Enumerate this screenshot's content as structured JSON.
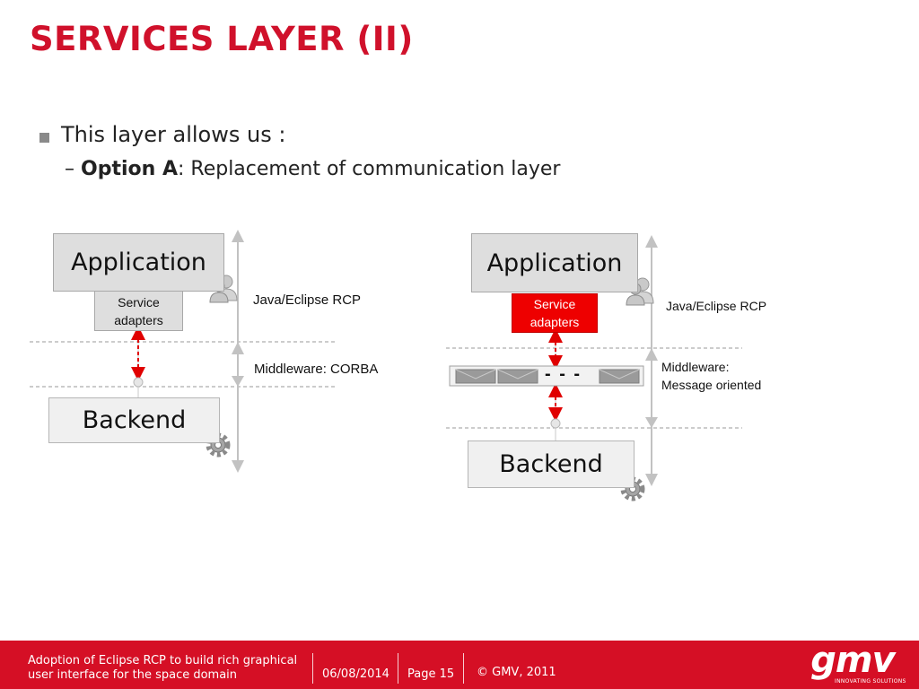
{
  "slide": {
    "title": "SERVICES LAYER (II)",
    "bullet1": "This layer allows us :",
    "bullet2_dash": "–",
    "bullet2_bold": "Option A",
    "bullet2_rest": ": Replacement of communication layer"
  },
  "left_diagram": {
    "application": "Application",
    "service_adapters": "Service\nadapters",
    "backend": "Backend",
    "label_rcp": "Java/Eclipse RCP",
    "label_middleware": "Middleware: CORBA"
  },
  "right_diagram": {
    "application": "Application",
    "service_adapters": "Service\nadapters",
    "backend": "Backend",
    "label_rcp": "Java/Eclipse RCP",
    "label_middleware": "Middleware:\nMessage oriented",
    "queue_ellipsis": "- - -",
    "service_adapters_color": "#ee0000"
  },
  "footer": {
    "description": "Adoption of Eclipse RCP to build rich graphical user interface for the space domain",
    "date": "06/08/2014",
    "page": "Page 15",
    "copyright": "© GMV, 2011",
    "logo_text": "gmv",
    "logo_tagline": "INNOVATING SOLUTIONS",
    "bg_color": "#d50f25"
  },
  "colors": {
    "title": "#d0112b",
    "dashed_arrow": "#e00000",
    "axis_arrow": "#bdbdbd"
  }
}
